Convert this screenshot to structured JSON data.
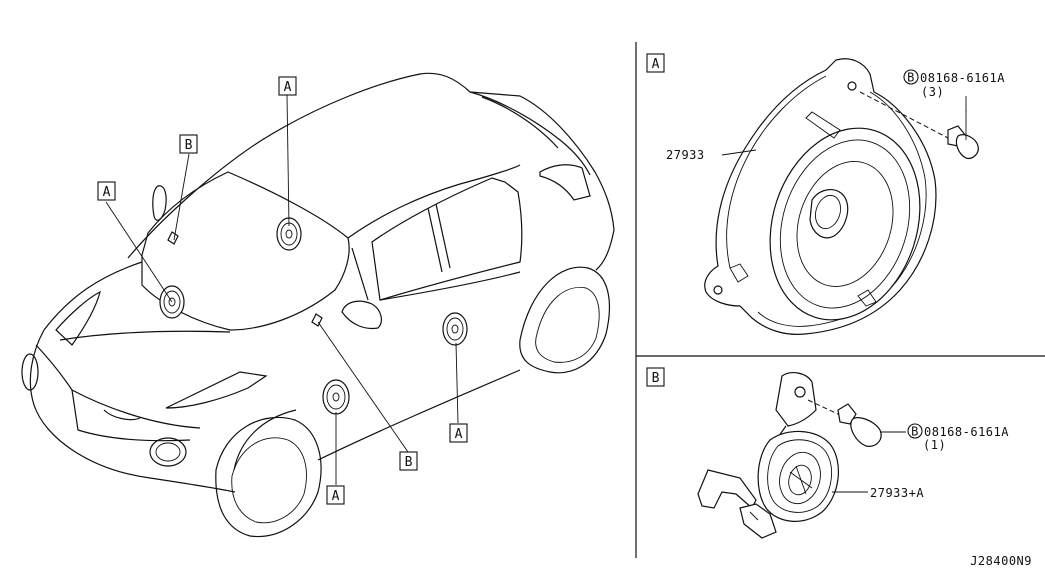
{
  "car_view": {
    "callouts": [
      {
        "label": "A"
      },
      {
        "label": "B"
      },
      {
        "label": "A"
      },
      {
        "label": "A"
      },
      {
        "label": "B"
      },
      {
        "label": "A"
      }
    ]
  },
  "panel_a": {
    "label": "A",
    "part_number": "27933",
    "bolt_symbol": "B",
    "bolt_number": "08168-6161A",
    "bolt_qty": "(3)"
  },
  "panel_b": {
    "label": "B",
    "part_number": "27933+A",
    "bolt_symbol": "B",
    "bolt_number": "08168-6161A",
    "bolt_qty": "(1)"
  },
  "diagram_code": "J28400N9"
}
